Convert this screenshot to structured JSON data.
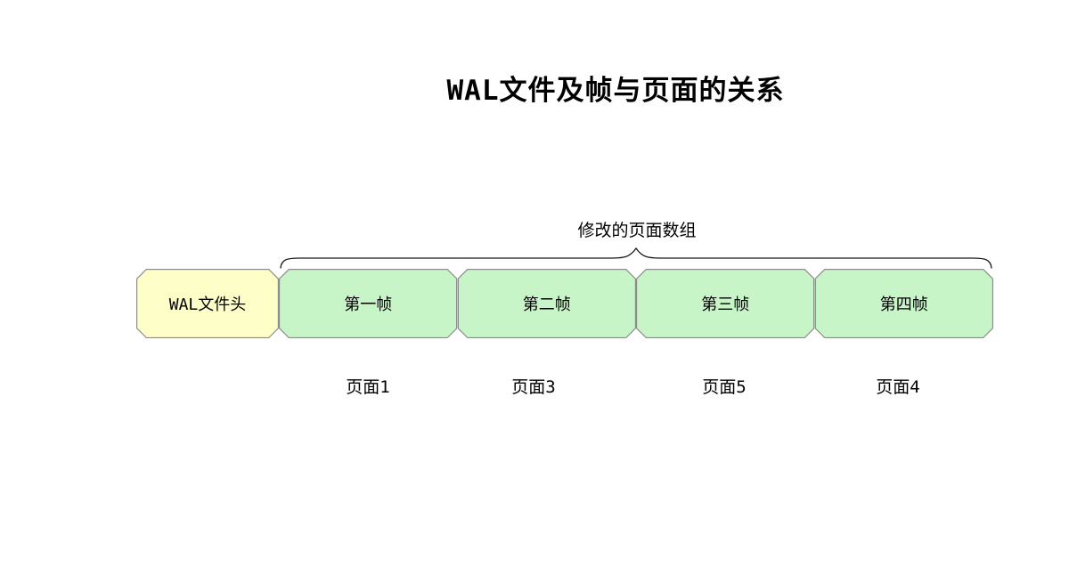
{
  "title": "WAL文件及帧与页面的关系",
  "brace": {
    "label": "修改的页面数组"
  },
  "header_box": {
    "label": "WAL文件头"
  },
  "frames": [
    {
      "label": "第一帧",
      "page": "页面1"
    },
    {
      "label": "第二帧",
      "page": "页面3"
    },
    {
      "label": "第三帧",
      "page": "页面5"
    },
    {
      "label": "第四帧",
      "page": "页面4"
    }
  ],
  "colors": {
    "header_fill": "#FEFEC9",
    "frame_fill": "#C8F5C8",
    "border": "#8C8C8C",
    "brace_stroke": "#1A1A1A",
    "text": "#000000"
  }
}
